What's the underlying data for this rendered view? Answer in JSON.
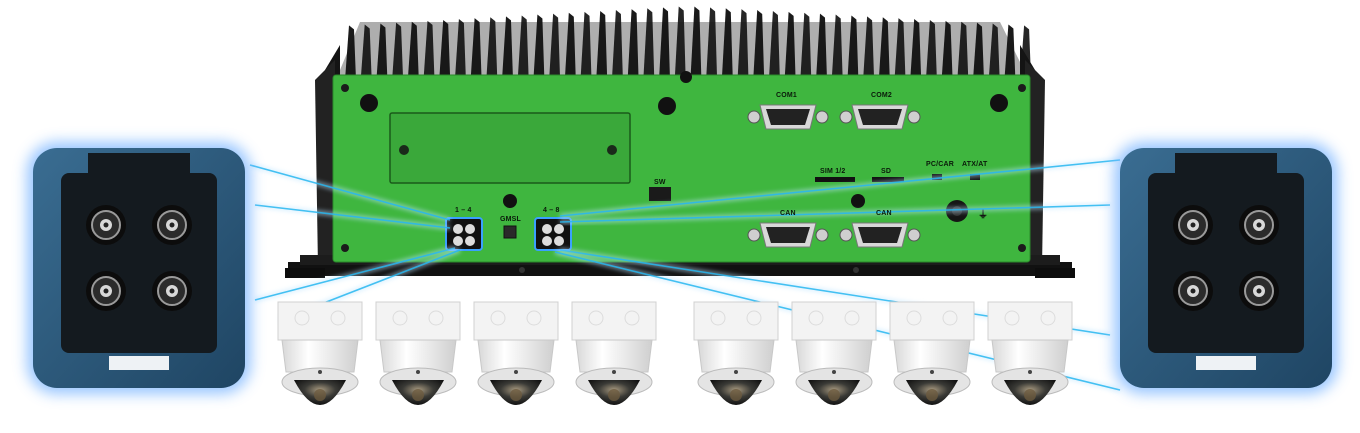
{
  "device": {
    "name_visible": "",
    "panel_color": "#3fb63f",
    "chassis_color": "#1b1b1b",
    "labels": {
      "com1": "COM1",
      "com2": "COM2",
      "can1": "CAN",
      "can2": "CAN",
      "sim": "SIM 1/2",
      "sd": "SD",
      "pc_car": "PC/CAR",
      "atx_at": "ATX/AT",
      "sw": "SW",
      "gmsl_left": "1 – 4",
      "gmsl_right": "4 – 8",
      "gmsl": "GMSL"
    }
  },
  "connectors": {
    "count": 2,
    "color": "#2d5a7c",
    "glow_color": "#7fb8ff",
    "pins_per_connector": 4
  },
  "cameras": {
    "count": 8,
    "group_sizes": [
      4,
      4
    ],
    "body_color": "#f1f1f1"
  },
  "cable_color": "#27b7f0"
}
